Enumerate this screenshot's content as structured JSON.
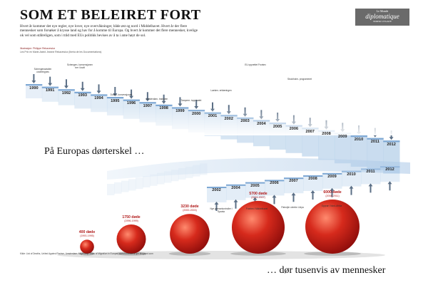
{
  "header": {
    "title": "SOM ET BELEIRET FORT",
    "intro": "Hvert år kommer det nye regler, nye lover, nye overvåkninger, både øst og nord i Middelhavet. Hvert år der flere mennesker som forsøker å krysse land og hav for å komme til Europa. Og hvert år kommer det flere mennesker, kvelige ok vel som stålreligen, som i tråd med EUs politikk bevises av å ta i ame høyt de sol.",
    "credit": "Illustrasjon: Philippe Rekacewicz",
    "credit_sub": "Les Prix en Marie-Astrid Jeanne Rekacewicz (Iberia de les Documentations)"
  },
  "logo": {
    "top": "Le Monde",
    "main": "diplomatique",
    "bottom": "NORSK UTGAVE"
  },
  "captions": {
    "top": "På Europas dørterskel …",
    "bottom": "… dør tusenvis av mennesker"
  },
  "timeline_upper": [
    "1990",
    "1991",
    "1992",
    "1993",
    "1994",
    "1995",
    "1996",
    "1997",
    "1998",
    "1999",
    "2000",
    "2001",
    "2002",
    "2003",
    "2004",
    "2005",
    "2006",
    "2007",
    "2008",
    "2009",
    "2010",
    "2011",
    "2012"
  ],
  "timeline_lower": [
    "2002",
    "2004",
    "2005",
    "2006",
    "2007",
    "2008",
    "2009",
    "2010",
    "2011",
    "2012"
  ],
  "annotations_upper": [
    "Schengenavtalen undertegnes",
    "Schengen- konvensjonen trer i kraft",
    "Dublin- konvensjonen",
    "Amsterdam- traktaten",
    "Tampere- toppmøtet",
    "Laeken- erklæringen",
    "EU opprettet Frontex",
    "Stockholm- programmet"
  ],
  "annotations_lower": [
    "Nye grensekontroller i Spania",
    "Frontex i Middelhavet",
    "Patruljer utenfor Libya",
    "Opprør i Nord-Afrika"
  ],
  "deaths": [
    {
      "label": "400 døde",
      "years": "(1993-1995)"
    },
    {
      "label": "1750 døde",
      "years": "(1996-1999)"
    },
    {
      "label": "3230 døde",
      "years": "(2000-2003)"
    },
    {
      "label": "5700 døde",
      "years": "(2004-2007)"
    },
    {
      "label": "6000 døde",
      "years": "(2008-2011)"
    }
  ],
  "source": "Kilde: List of Deaths, United Against Racism, Amsterdam; Migreurop, Atlas of Migration in Europe; www.fortresseurope.blogspot.com",
  "colors": {
    "ink": "#1c1c1c",
    "accent_red": "#c21a1a",
    "stair_blue": "#b9d2ea",
    "logo_gray": "#6a6a6a"
  }
}
